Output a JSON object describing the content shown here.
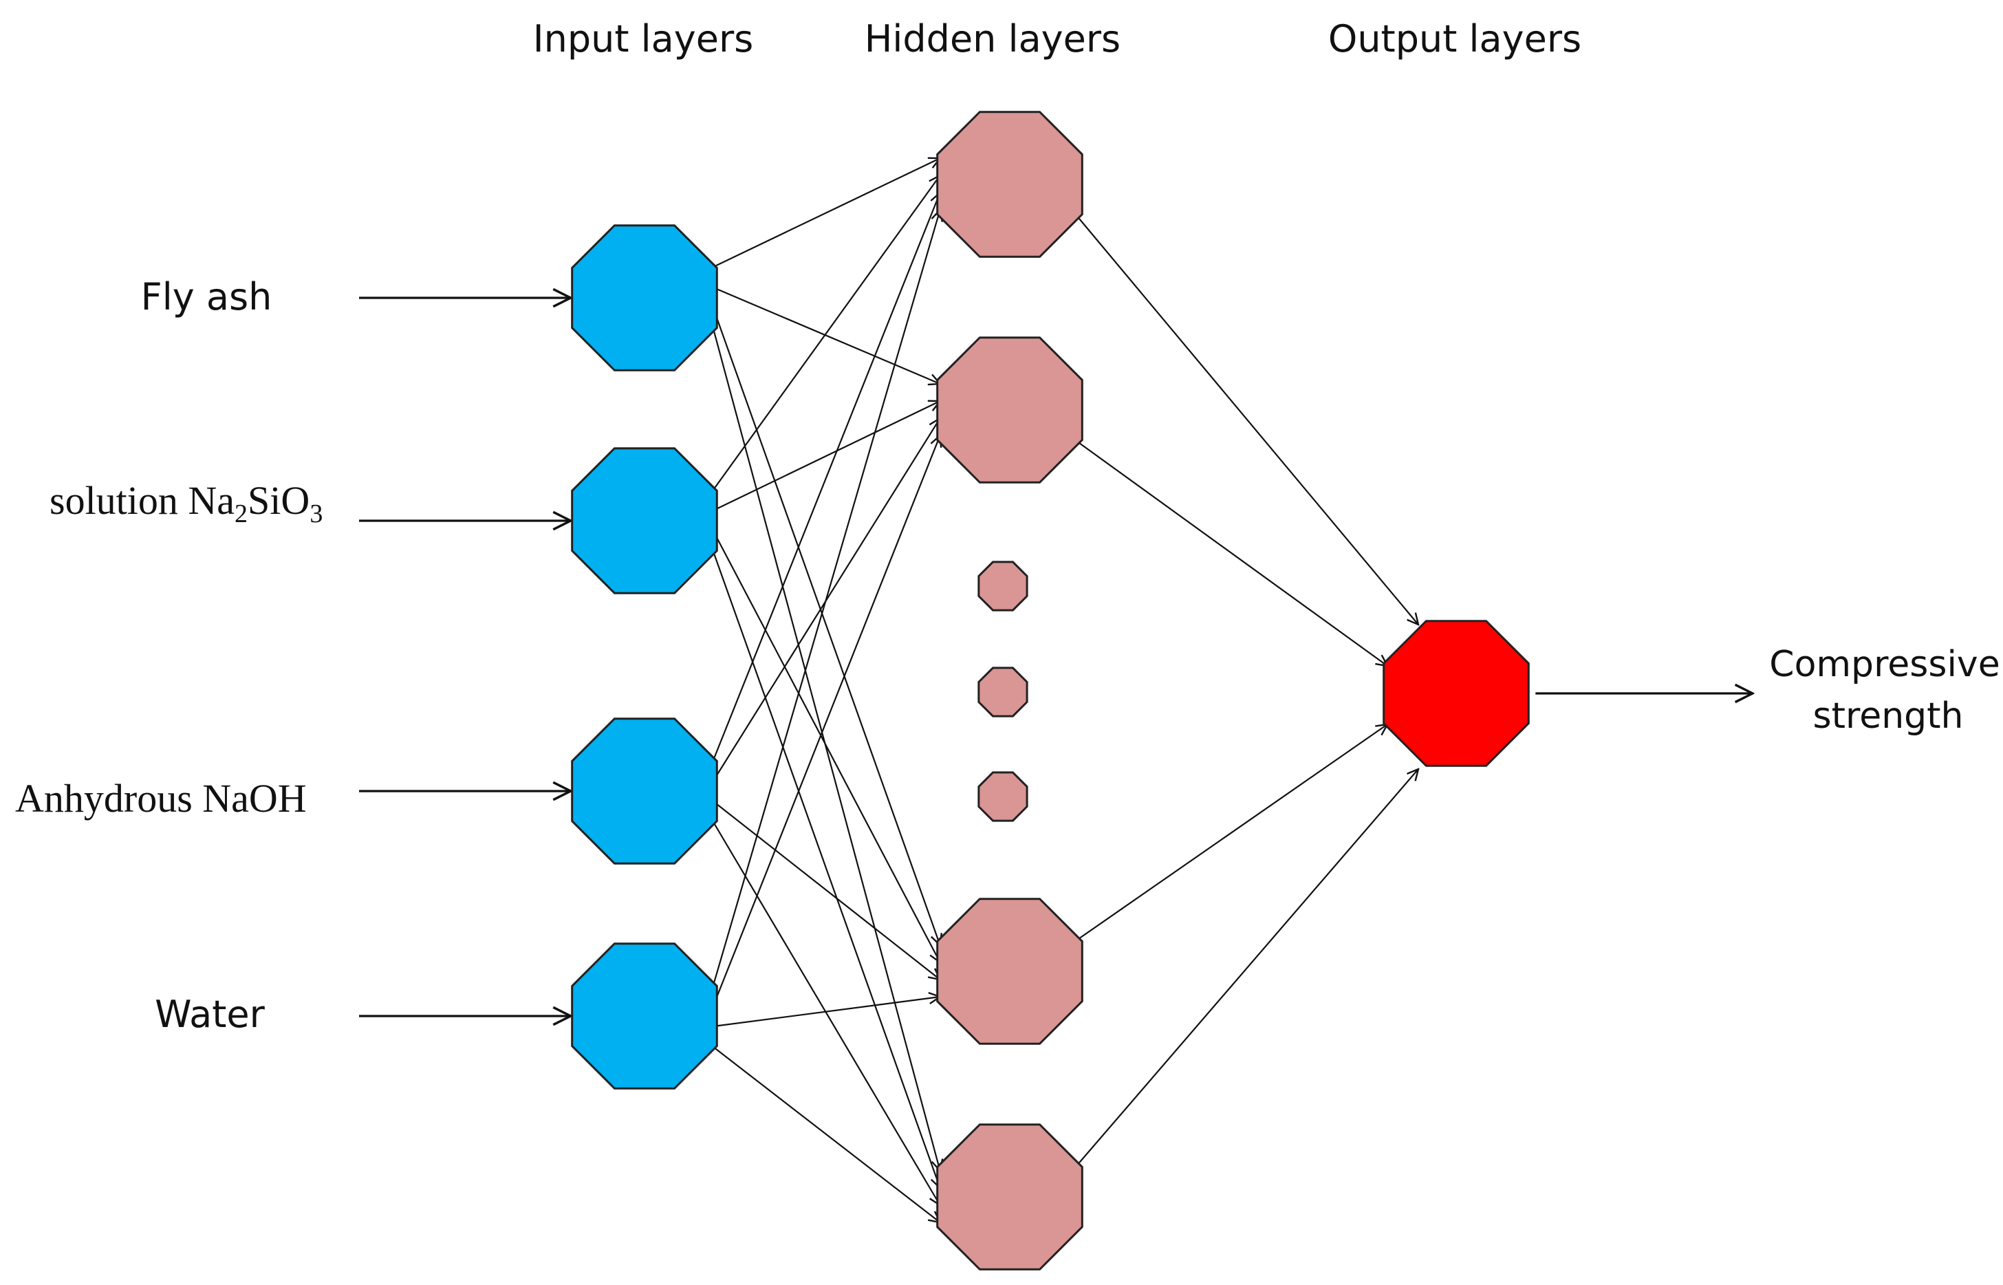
{
  "headers": {
    "input": "Input layers",
    "hidden": "Hidden layers",
    "output": "Output layers"
  },
  "inputs": [
    {
      "label": "Fly ash",
      "font": "sans"
    },
    {
      "label": "solution Na",
      "sub1": "2",
      "mid": "SiO",
      "sub2": "3",
      "font": "serif"
    },
    {
      "label": "Anhydrous NaOH",
      "font": "serif"
    },
    {
      "label": "Water",
      "font": "sans"
    }
  ],
  "output": {
    "label_line1": "Compressive",
    "label_line2": "strength"
  },
  "colors": {
    "input_node": "#00b0f0",
    "hidden_node": "#d99694",
    "output_node": "#ff0000",
    "edge": "#111111"
  },
  "hidden_nodes_shown": 4,
  "ellipsis_dots": 3
}
